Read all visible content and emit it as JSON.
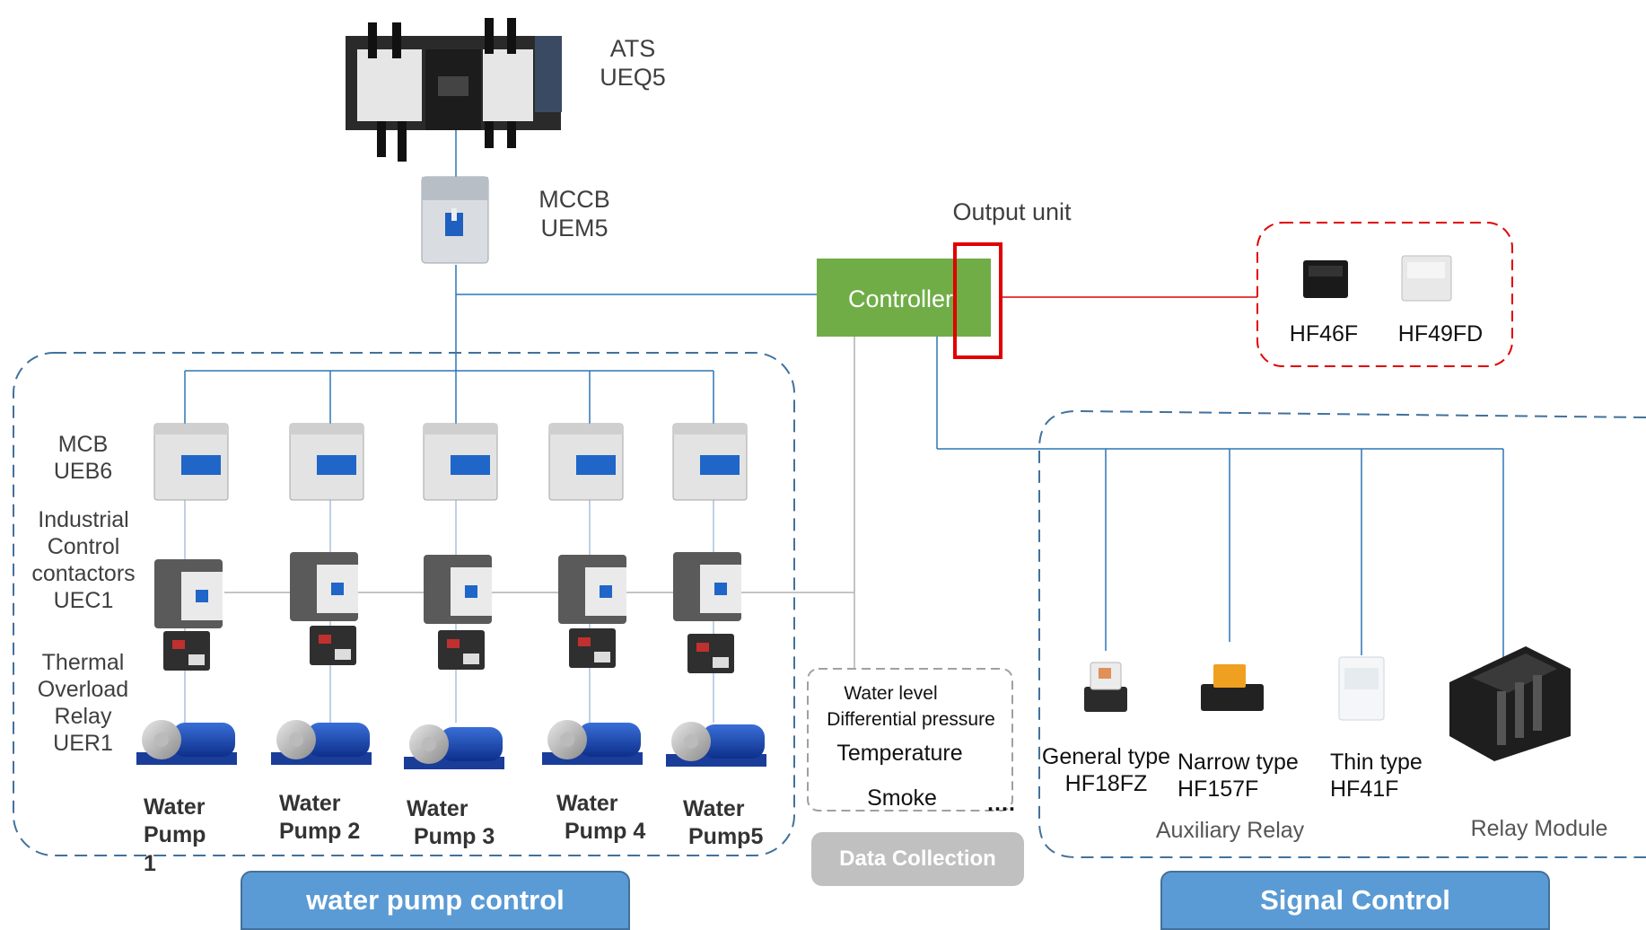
{
  "ats": {
    "label1": "ATS",
    "label2": "UEQ5"
  },
  "mccb": {
    "label1": "MCCB",
    "label2": "UEM5"
  },
  "output_unit": "Output unit",
  "controller": "Controller",
  "relays_top": {
    "a": "HF46F",
    "b": "HF49FD"
  },
  "left_labels": {
    "mcb": [
      "MCB",
      "UEB6"
    ],
    "contactors": [
      "Industrial",
      "Control",
      "contactors",
      "UEC1"
    ],
    "thermal": [
      "Thermal",
      "Overload",
      "Relay",
      "UER1"
    ]
  },
  "pumps": [
    {
      "l1": "Water",
      "l2": "Pump",
      "l3": "1"
    },
    {
      "l1": "Water",
      "l2": "Pump 2"
    },
    {
      "l1": "Water",
      "l2": "Pump 3"
    },
    {
      "l1": "Water",
      "l2": "Pump 4"
    },
    {
      "l1": "Water",
      "l2": "Pump5"
    }
  ],
  "data_collection": {
    "items": [
      "Water level",
      "Differential pressure",
      "Temperature",
      "Smoke"
    ],
    "ellipsis": "….",
    "button": "Data Collection"
  },
  "signal_relays": [
    {
      "l1": "General type",
      "l2": "HF18FZ"
    },
    {
      "l1": "Narrow type",
      "l2": "HF157F"
    },
    {
      "l1": "Thin type",
      "l2": "HF41F"
    }
  ],
  "auxiliary_relay": "Auxiliary Relay",
  "relay_module": "Relay Module",
  "footer": {
    "left": "water pump control",
    "right": "Signal Control"
  },
  "colors": {
    "line_blue": "#2e75b6",
    "dash_blue": "#41719c",
    "controller_green": "#70ad47",
    "highlight_red": "#e00000",
    "pill_blue": "#5b9bd5",
    "pill_grey": "#c0c0c0"
  }
}
